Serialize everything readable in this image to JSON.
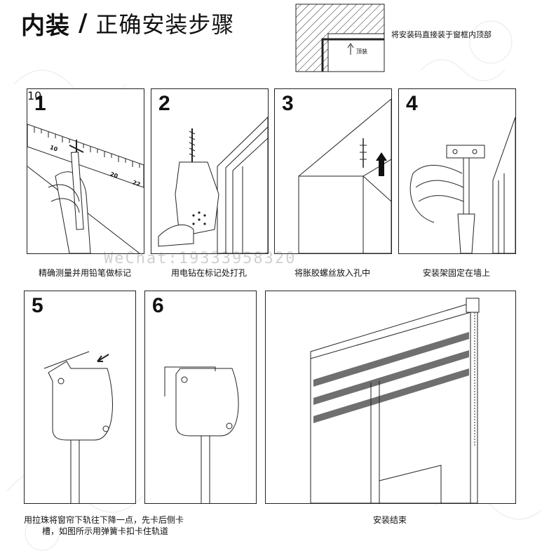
{
  "title": {
    "part1": "内装",
    "slash": "/",
    "part2": "正确安装步骤"
  },
  "corner_diagram": {
    "note": "将安装码直接装于窗框内顶部",
    "arrow_label": "顶装"
  },
  "steps": [
    {
      "number": "1",
      "caption": "精确测量并用铅笔做标记"
    },
    {
      "number": "2",
      "caption": "用电钻在标记处打孔"
    },
    {
      "number": "3",
      "caption": "将胀胶螺丝放入孔中"
    },
    {
      "number": "4",
      "caption": "安装架固定在墙上"
    },
    {
      "number": "5",
      "caption_line1": "用拉珠将窗帘下轨往下降一点，先卡后侧卡",
      "caption_line2": "槽，如图所示用弹簧卡扣卡住轨道"
    },
    {
      "number": "6",
      "caption": ""
    },
    {
      "number": "",
      "caption": "安装结束"
    }
  ],
  "ruler_labels": [
    "10",
    "20",
    "22"
  ],
  "watermark": "WeChat:19333958320",
  "colors": {
    "stripe": "#6f6f6f",
    "line": "#222222"
  }
}
